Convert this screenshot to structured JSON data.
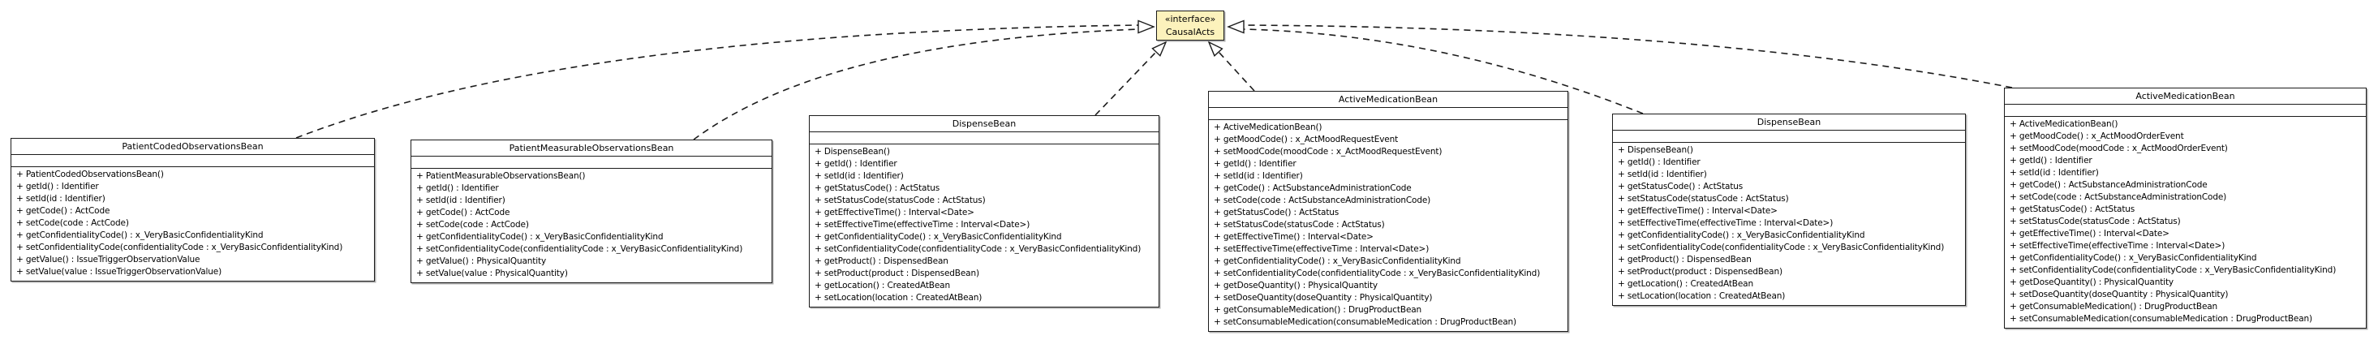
{
  "diagram": {
    "interface": {
      "stereotype": "«interface»",
      "name": "CausalActs"
    },
    "classes": [
      {
        "name": "PatientCodedObservationsBean",
        "methods": [
          "+ PatientCodedObservationsBean()",
          "+ getId() : Identifier",
          "+ setId(id : Identifier)",
          "+ getCode() : ActCode",
          "+ setCode(code : ActCode)",
          "+ getConfidentialityCode() : x_VeryBasicConfidentialityKind",
          "+ setConfidentialityCode(confidentialityCode : x_VeryBasicConfidentialityKind)",
          "+ getValue() : IssueTriggerObservationValue",
          "+ setValue(value : IssueTriggerObservationValue)"
        ]
      },
      {
        "name": "PatientMeasurableObservationsBean",
        "methods": [
          "+ PatientMeasurableObservationsBean()",
          "+ getId() : Identifier",
          "+ setId(id : Identifier)",
          "+ getCode() : ActCode",
          "+ setCode(code : ActCode)",
          "+ getConfidentialityCode() : x_VeryBasicConfidentialityKind",
          "+ setConfidentialityCode(confidentialityCode : x_VeryBasicConfidentialityKind)",
          "+ getValue() : PhysicalQuantity",
          "+ setValue(value : PhysicalQuantity)"
        ]
      },
      {
        "name": "DispenseBean",
        "methods": [
          "+ DispenseBean()",
          "+ getId() : Identifier",
          "+ setId(id : Identifier)",
          "+ getStatusCode() : ActStatus",
          "+ setStatusCode(statusCode : ActStatus)",
          "+ getEffectiveTime() : Interval<Date>",
          "+ setEffectiveTime(effectiveTime : Interval<Date>)",
          "+ getConfidentialityCode() : x_VeryBasicConfidentialityKind",
          "+ setConfidentialityCode(confidentialityCode : x_VeryBasicConfidentialityKind)",
          "+ getProduct() : DispensedBean",
          "+ setProduct(product : DispensedBean)",
          "+ getLocation() : CreatedAtBean",
          "+ setLocation(location : CreatedAtBean)"
        ]
      },
      {
        "name": "ActiveMedicationBean",
        "methods": [
          "+ ActiveMedicationBean()",
          "+ getMoodCode() : x_ActMoodRequestEvent",
          "+ setMoodCode(moodCode : x_ActMoodRequestEvent)",
          "+ getId() : Identifier",
          "+ setId(id : Identifier)",
          "+ getCode() : ActSubstanceAdministrationCode",
          "+ setCode(code : ActSubstanceAdministrationCode)",
          "+ getStatusCode() : ActStatus",
          "+ setStatusCode(statusCode : ActStatus)",
          "+ getEffectiveTime() : Interval<Date>",
          "+ setEffectiveTime(effectiveTime : Interval<Date>)",
          "+ getConfidentialityCode() : x_VeryBasicConfidentialityKind",
          "+ setConfidentialityCode(confidentialityCode : x_VeryBasicConfidentialityKind)",
          "+ getDoseQuantity() : PhysicalQuantity",
          "+ setDoseQuantity(doseQuantity : PhysicalQuantity)",
          "+ getConsumableMedication() : DrugProductBean",
          "+ setConsumableMedication(consumableMedication : DrugProductBean)"
        ]
      },
      {
        "name": "DispenseBean",
        "methods": [
          "+ DispenseBean()",
          "+ getId() : Identifier",
          "+ setId(id : Identifier)",
          "+ getStatusCode() : ActStatus",
          "+ setStatusCode(statusCode : ActStatus)",
          "+ getEffectiveTime() : Interval<Date>",
          "+ setEffectiveTime(effectiveTime : Interval<Date>)",
          "+ getConfidentialityCode() : x_VeryBasicConfidentialityKind",
          "+ setConfidentialityCode(confidentialityCode : x_VeryBasicConfidentialityKind)",
          "+ getProduct() : DispensedBean",
          "+ setProduct(product : DispensedBean)",
          "+ getLocation() : CreatedAtBean",
          "+ setLocation(location : CreatedAtBean)"
        ]
      },
      {
        "name": "ActiveMedicationBean",
        "methods": [
          "+ ActiveMedicationBean()",
          "+ getMoodCode() : x_ActMoodOrderEvent",
          "+ setMoodCode(moodCode : x_ActMoodOrderEvent)",
          "+ getId() : Identifier",
          "+ setId(id : Identifier)",
          "+ getCode() : ActSubstanceAdministrationCode",
          "+ setCode(code : ActSubstanceAdministrationCode)",
          "+ getStatusCode() : ActStatus",
          "+ setStatusCode(statusCode : ActStatus)",
          "+ getEffectiveTime() : Interval<Date>",
          "+ setEffectiveTime(effectiveTime : Interval<Date>)",
          "+ getConfidentialityCode() : x_VeryBasicConfidentialityKind",
          "+ setConfidentialityCode(confidentialityCode : x_VeryBasicConfidentialityKind)",
          "+ getDoseQuantity() : PhysicalQuantity",
          "+ setDoseQuantity(doseQuantity : PhysicalQuantity)",
          "+ getConsumableMedication() : DrugProductBean",
          "+ setConsumableMedication(consumableMedication : DrugProductBean)"
        ]
      }
    ],
    "colors": {
      "interface_fill": "#FCF2BC",
      "class_fill": "#FFFFFF",
      "line": "#1B1B1B",
      "background": "#FFFFFF"
    }
  }
}
